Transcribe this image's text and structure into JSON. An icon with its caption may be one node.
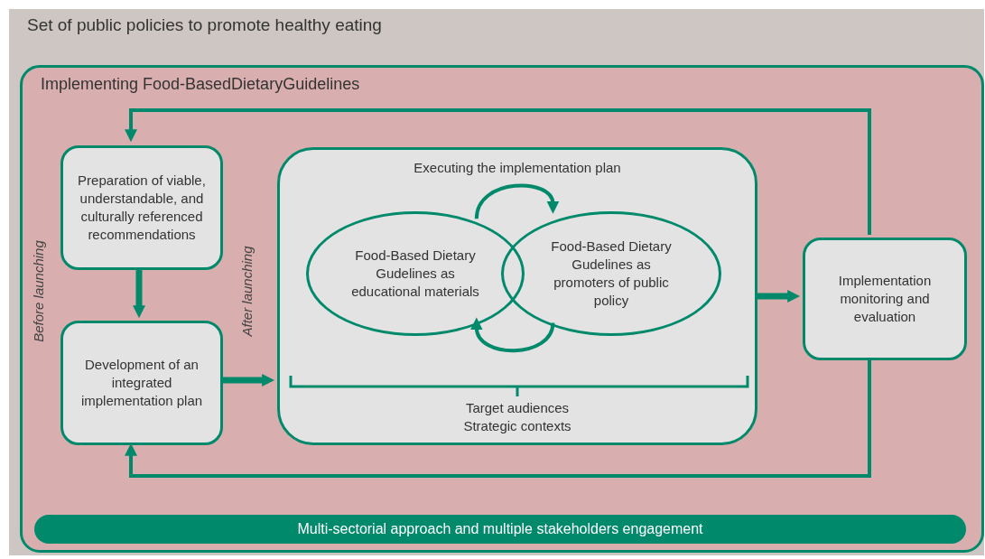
{
  "diagram": {
    "nodes": [
      {
        "text": [
          "Set of public policies to promote healthy eating"
        ]
      },
      {
        "text": [
          "Implementing Food-BasedDietaryGuidelines"
        ],
        "in": 0
      },
      {
        "text": [
          "Preparation of viable, understandable, and culturally referenced recommendations"
        ],
        "in": 1
      },
      {
        "text": [
          "Development of an integrated implementation plan"
        ],
        "in": 1
      },
      {
        "text": [
          "Executing the implementation plan",
          "Target audiences Strategic contexts"
        ],
        "in": 1
      },
      {
        "text": [
          "Food-Based Dietary Gudelines as educational materials"
        ],
        "in": 4
      },
      {
        "text": [
          "Food-Based Dietary Gudelines as promoters of public policy"
        ],
        "in": 4
      },
      {
        "text": [
          "Implementation monitoring and evaluation"
        ],
        "in": 1
      },
      {
        "text": [
          "Multi-sectorial approach and multiple stakeholders engagement"
        ],
        "in": 1
      }
    ],
    "edges": [
      {
        "from": 2,
        "to": 3,
        "arrow": "to"
      },
      {
        "from": 3,
        "to": 4,
        "arrow": "to"
      },
      {
        "from": 5,
        "to": 6,
        "arrow": "to"
      },
      {
        "from": 6,
        "to": 5,
        "arrow": "to"
      },
      {
        "from": 4,
        "to": 7,
        "arrow": "to"
      },
      {
        "from": 7,
        "to": 2,
        "arrow": "to"
      },
      {
        "from": 7,
        "to": 3,
        "arrow": "to"
      }
    ],
    "labels": [
      "Before launching",
      "After launching"
    ]
  }
}
